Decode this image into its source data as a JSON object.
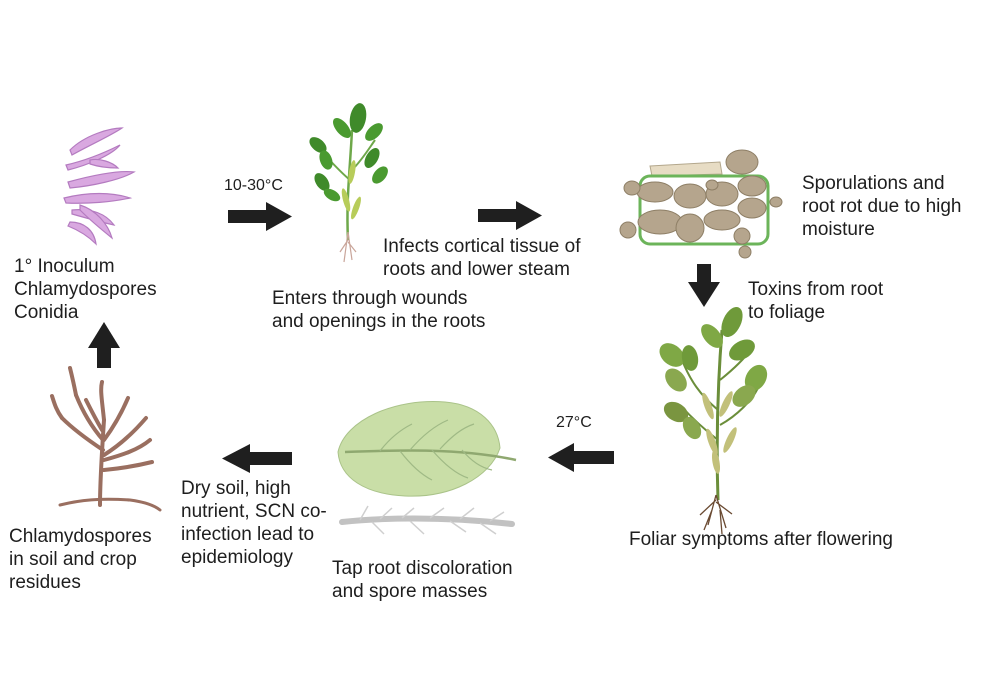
{
  "temperatures": {
    "top": "10-30°C",
    "bottom": "27°C"
  },
  "labels": {
    "inoculum": [
      "1° Inoculum",
      "Chlamydospores",
      "Conidia"
    ],
    "enters": [
      "Enters through wounds",
      "and openings in the roots"
    ],
    "infects": [
      "Infects cortical tissue of",
      "roots and lower steam"
    ],
    "sporulations": [
      "Sporulations and",
      "root rot due to high",
      "moisture"
    ],
    "toxins": [
      "Toxins from root",
      "to foliage"
    ],
    "foliar": [
      "Foliar symptoms after flowering"
    ],
    "taproot": [
      "Tap root discoloration",
      "and spore masses"
    ],
    "drysoil": [
      "Dry soil, high",
      "nutrient, SCN co-",
      "infection lead to",
      "epidemiology"
    ],
    "chlamydo": [
      "Chlamydospores",
      "in soil and crop",
      "residues"
    ]
  },
  "colors": {
    "arrow": "#1f1f1f",
    "spore_fill": "#d9a8e0",
    "spore_stroke": "#b47bc0",
    "leaf_green": "#4a8a2e",
    "leaf_dark": "#2f6a1c",
    "root_brown": "#b9a592",
    "nodule_fill": "#b5a58d",
    "box_green": "#6cb45a",
    "big_leaf": "#c9dea7",
    "hypha_brown": "#9a6f60"
  }
}
